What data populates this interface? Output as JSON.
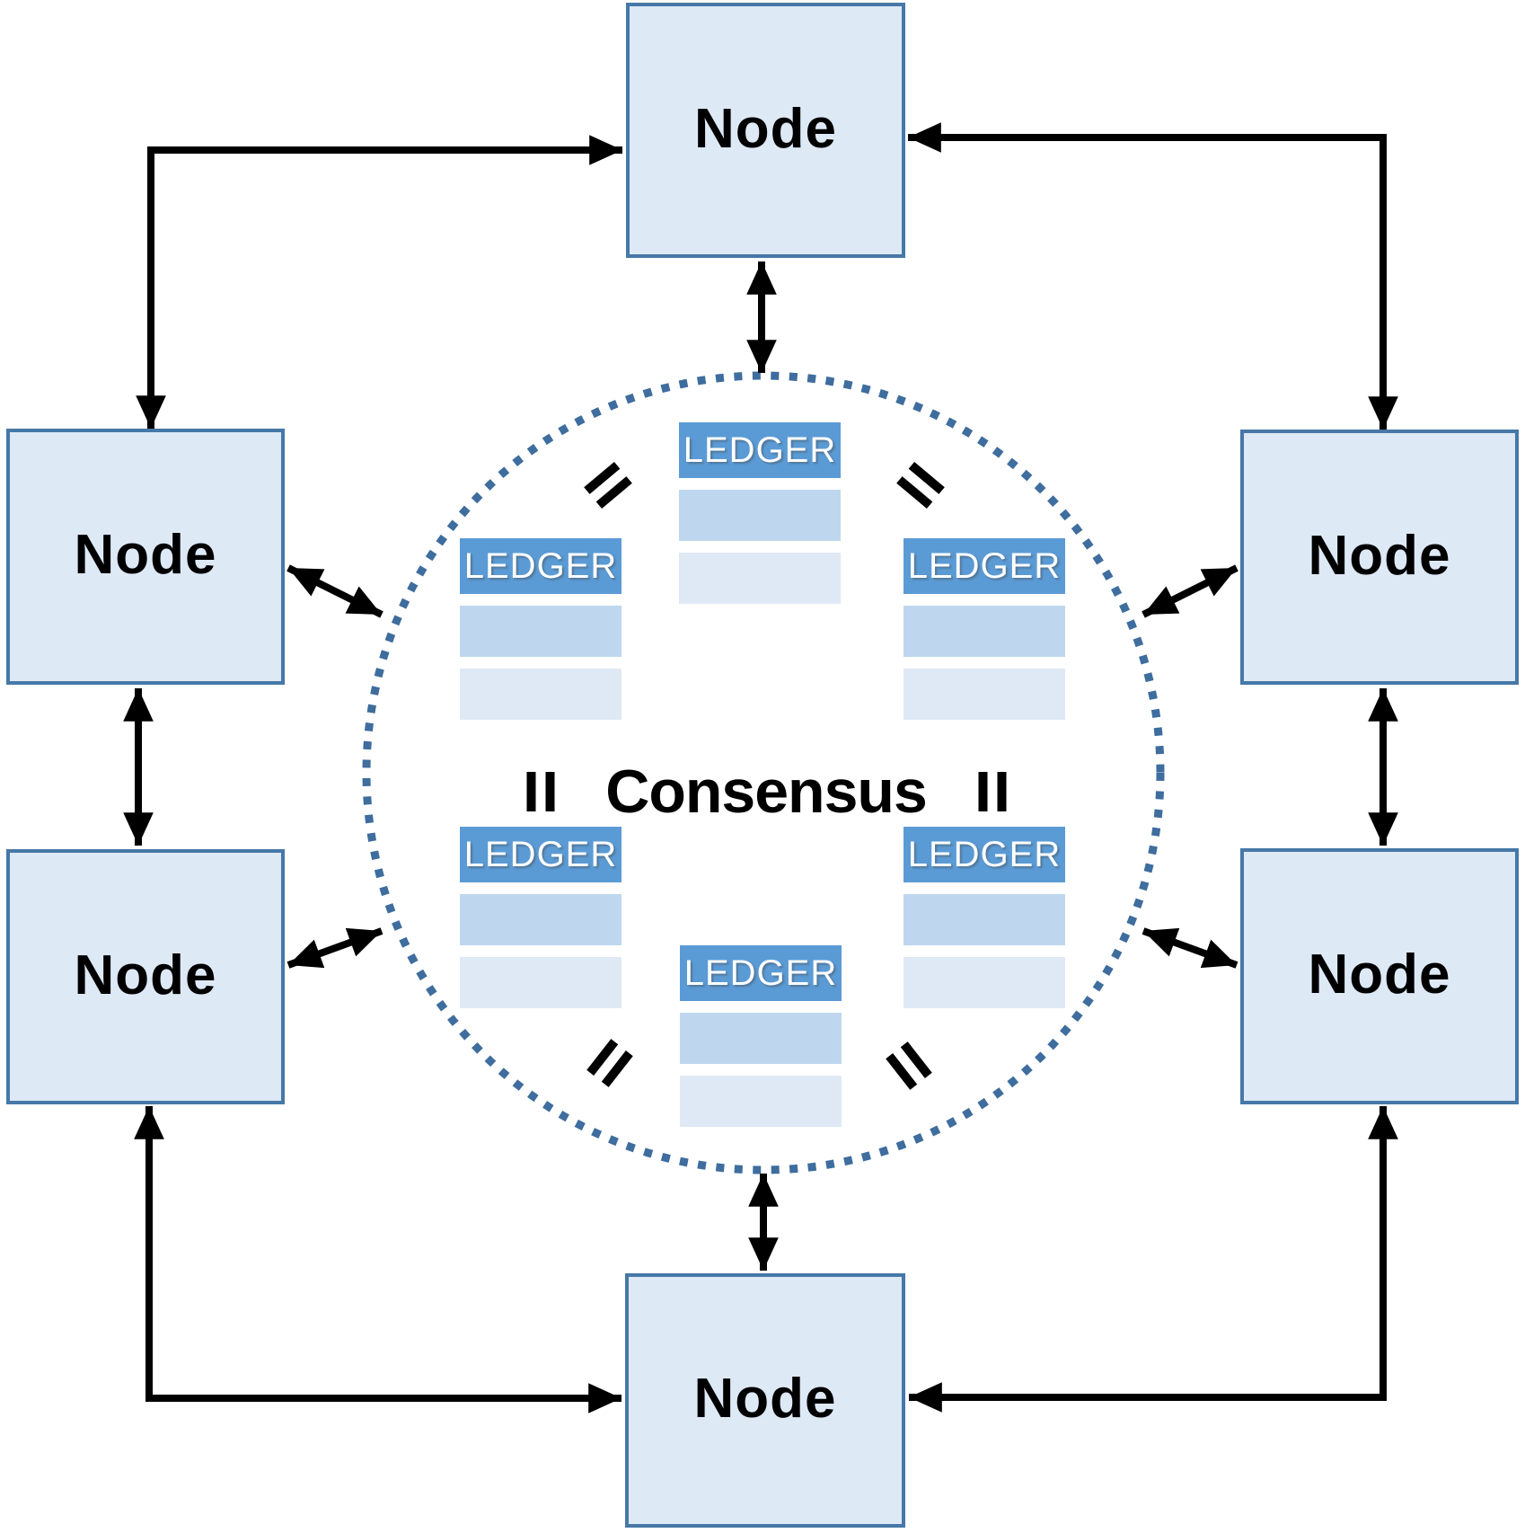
{
  "diagram": {
    "center_label": "Consensus",
    "nodes": [
      {
        "id": "top",
        "label": "Node"
      },
      {
        "id": "upper-left",
        "label": "Node"
      },
      {
        "id": "upper-right",
        "label": "Node"
      },
      {
        "id": "lower-left",
        "label": "Node"
      },
      {
        "id": "lower-right",
        "label": "Node"
      },
      {
        "id": "bottom",
        "label": "Node"
      }
    ],
    "ledgers": [
      {
        "id": "top-center",
        "label": "LEDGER",
        "rows": 2
      },
      {
        "id": "upper-left",
        "label": "LEDGER",
        "rows": 2
      },
      {
        "id": "upper-right",
        "label": "LEDGER",
        "rows": 2
      },
      {
        "id": "lower-left",
        "label": "LEDGER",
        "rows": 2
      },
      {
        "id": "lower-right",
        "label": "LEDGER",
        "rows": 2
      },
      {
        "id": "bottom-center",
        "label": "LEDGER",
        "rows": 2
      }
    ],
    "icons": [
      "double-arrow-icon",
      "elbow-arrow-icon",
      "equals-mark-icon",
      "dotted-circle-icon"
    ],
    "colors": {
      "node_fill": "#dee9f6",
      "node_border": "#4678a8",
      "ledger_header": "#5b9bd5",
      "ledger_row_dark": "#bed7ee",
      "ledger_row_light": "#dfe9f5",
      "dotted_circle": "#3e6d9e",
      "arrow": "#000000",
      "text": "#000000",
      "ledger_text": "#ffffff"
    }
  }
}
